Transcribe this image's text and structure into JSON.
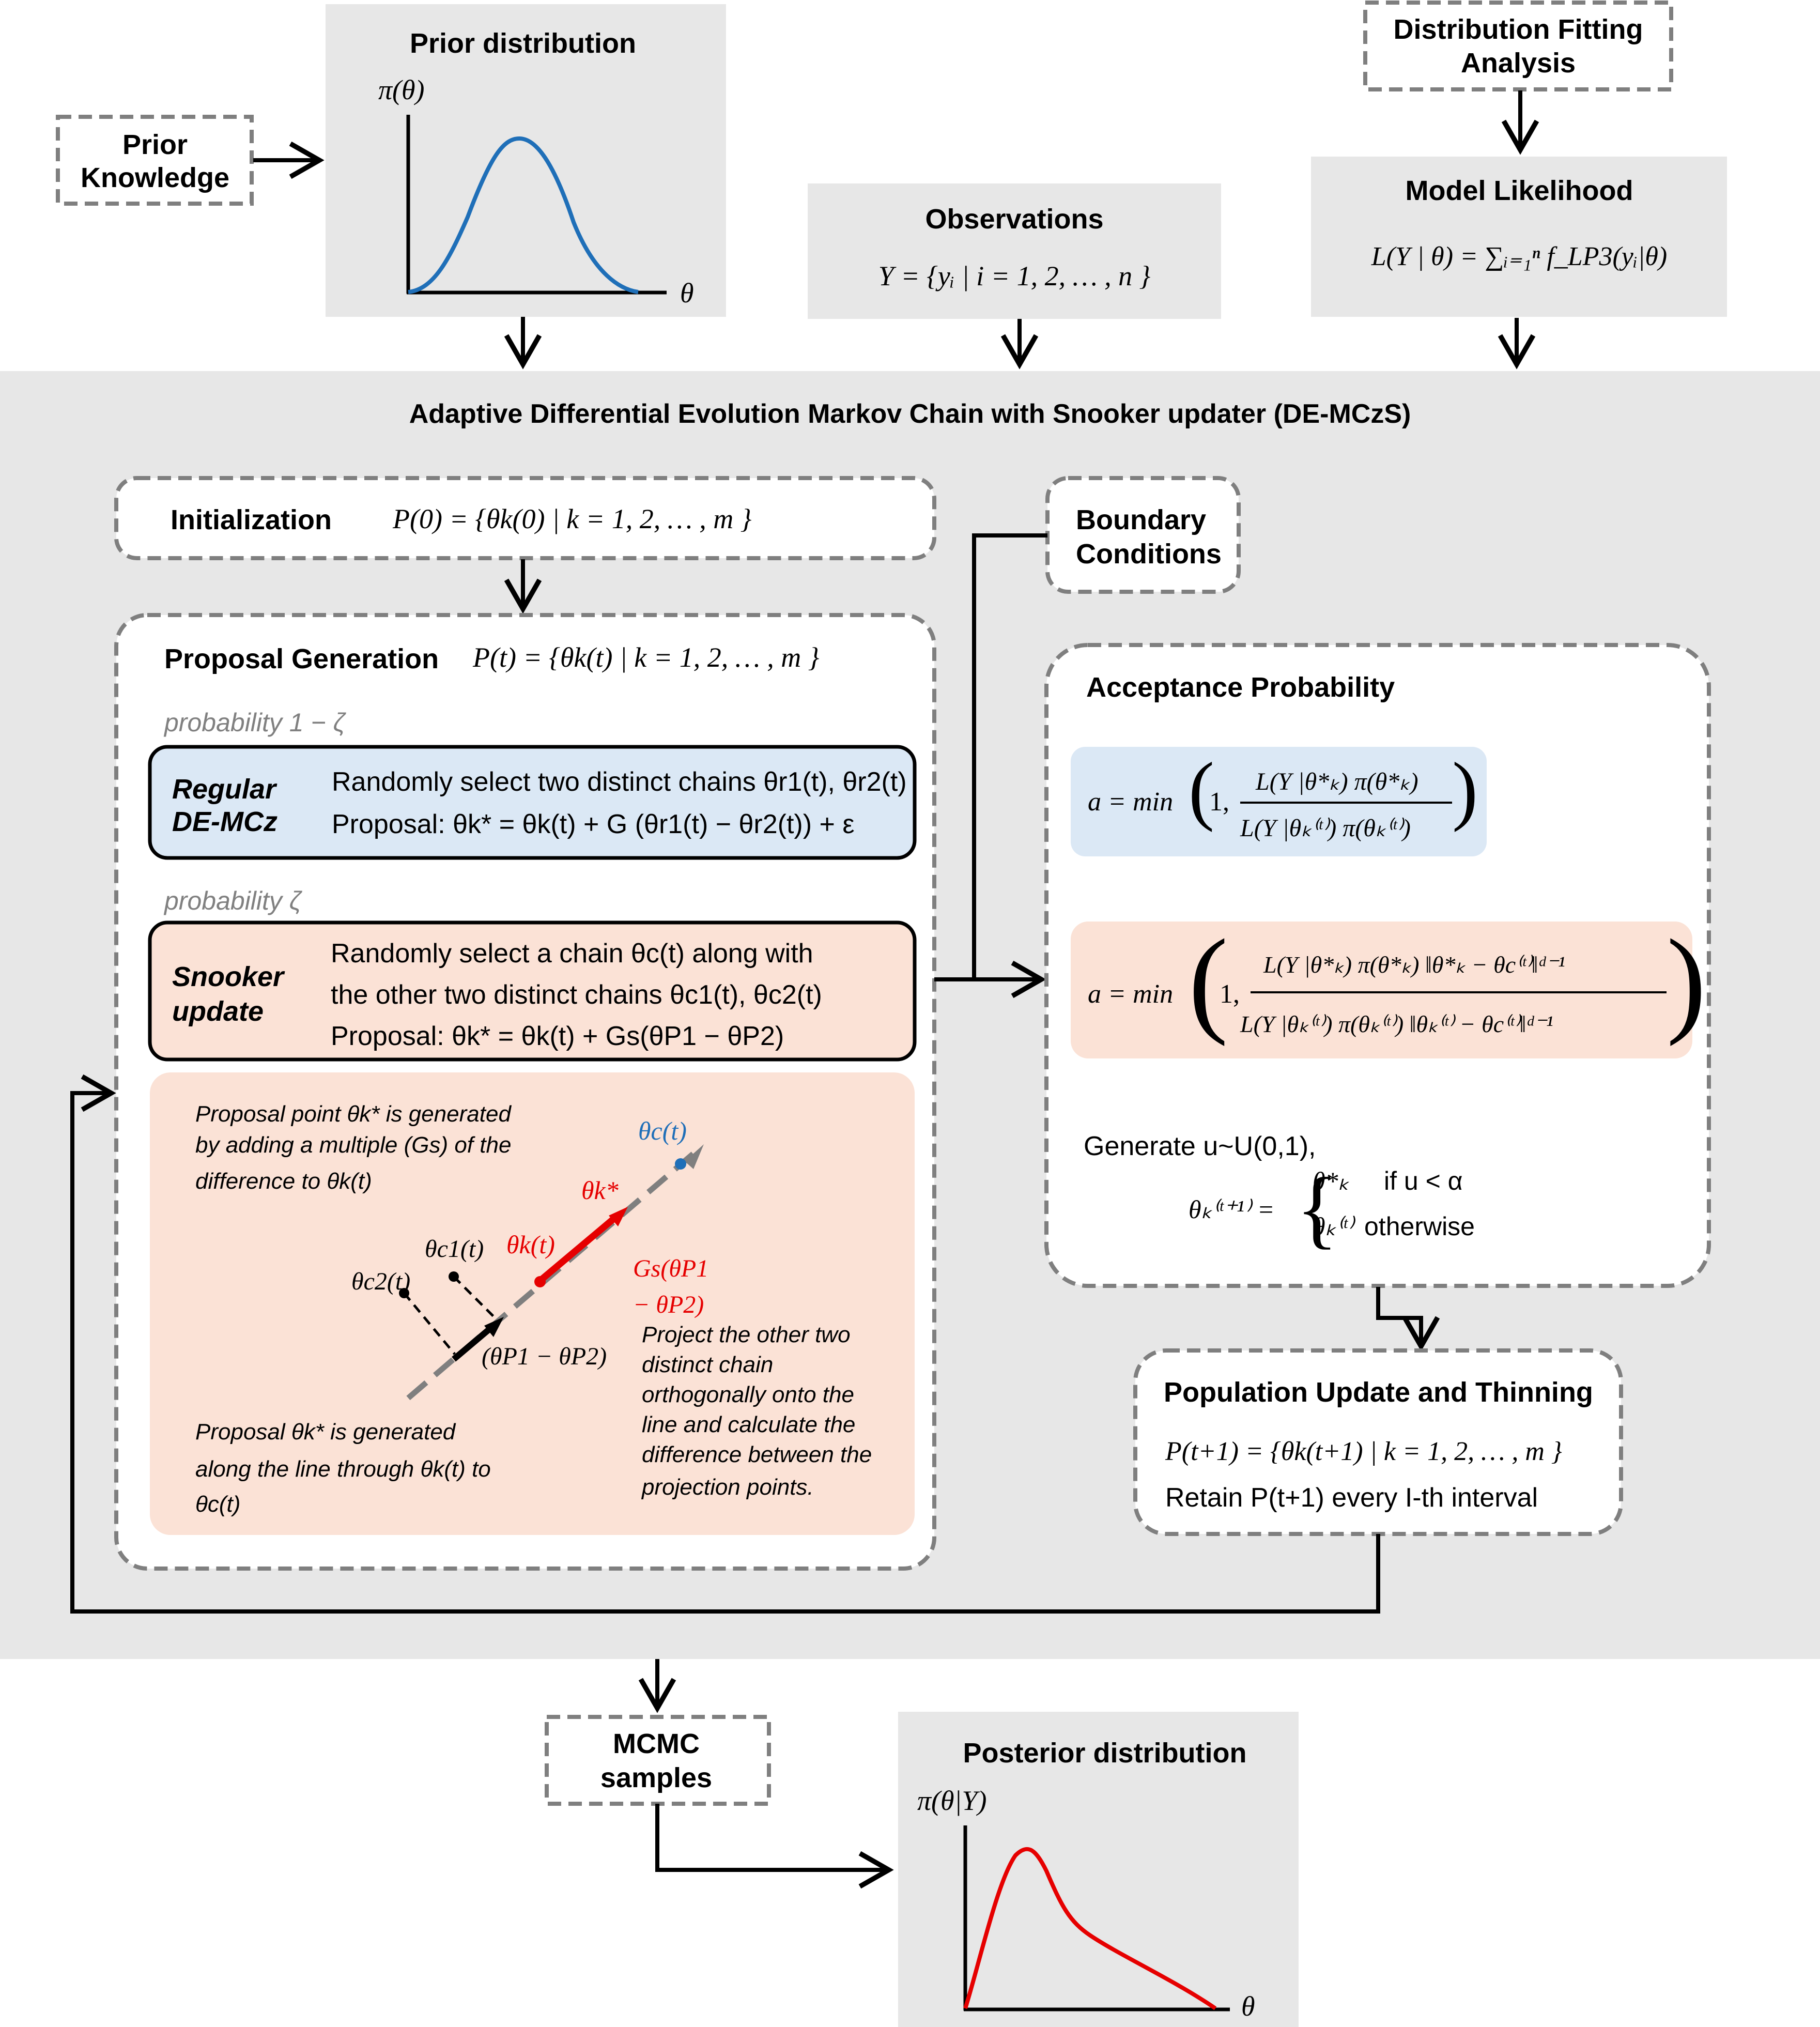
{
  "top": {
    "prior_distribution_title": "Prior distribution",
    "prior_y_label": "π(θ)",
    "prior_x_label": "θ",
    "prior_knowledge": [
      "Prior",
      "Knowledge"
    ],
    "observations_title": "Observations",
    "observations_formula": "Y = {yᵢ | i = 1, 2, … , n }",
    "distribution_fitting": [
      "Distribution Fitting",
      "Analysis"
    ],
    "model_likelihood_title": "Model Likelihood",
    "model_likelihood_formula": "L(Y | θ) = ∑ᵢ₌₁ⁿ f_LP3(yᵢ|θ)"
  },
  "panel": {
    "title": "Adaptive Differential Evolution Markov Chain with Snooker updater (DE-MCzS)",
    "initialization": {
      "label": "Initialization",
      "formula": "P(0) = {θk(0) | k = 1, 2, … , m }"
    },
    "boundary_conditions": [
      "Boundary",
      "Conditions"
    ],
    "proposal": {
      "title": "Proposal Generation",
      "formula": "P(t) = {θk(t) | k = 1, 2, … , m }",
      "prob_regular": "probability 1 − ζ",
      "regular_label": [
        "Regular",
        "DE-MCz"
      ],
      "regular_line1": "Randomly select two distinct chains θr1(t), θr2(t)",
      "regular_line2": "Proposal: θk* = θk(t) + G (θr1(t) − θr2(t)) + ε",
      "prob_snooker": "probability ζ",
      "snooker_label": [
        "Snooker",
        "update"
      ],
      "snooker_line1": "Randomly select a chain θc(t) along with",
      "snooker_line2": "the other two distinct chains θc1(t), θc2(t)",
      "snooker_line3": "Proposal: θk* = θk(t) + Gs(θP1 − θP2)",
      "note_top": [
        "Proposal point θk*  is generated",
        "by adding a multiple (Gs) of the",
        "difference to θk(t)"
      ],
      "note_bottom": [
        "Proposal θk* is generated",
        "along the line through θk(t) to",
        "θc(t)"
      ],
      "note_right": [
        "Project the other two",
        "distinct chain",
        "orthogonally onto the",
        "line and calculate the",
        "difference between the",
        "projection points."
      ],
      "diagram_labels": {
        "theta_c": "θc(t)",
        "theta_k_star": "θk*",
        "theta_k_t": "θk(t)",
        "theta_c1": "θc1(t)",
        "theta_c2": "θc2(t)",
        "gs_label": [
          "Gs(θP1",
          "− θP2)"
        ],
        "diff_label": "(θP1 − θP2)"
      }
    },
    "acceptance": {
      "title": "Acceptance Probability",
      "formula_regular": "a = min(1, L(Y|θk*) π(θk*) / L(Y|θk(t)) π(θk(t)))",
      "formula_snooker": "a = min(1, L(Y|θk*) π(θk*) ‖θk* − θc(t)‖^(d−1) / L(Y|θk(t)) π(θk(t)) ‖θk(t) − θc(t)‖^(d−1))",
      "generate_line": "Generate u~U(0,1),",
      "case_if": "if u < α",
      "case_otherwise": "otherwise"
    },
    "population_update": {
      "title": "Population Update and Thinning",
      "formula": "P(t+1) = {θk(t+1) | k = 1, 2, … , m }",
      "retain_line": "Retain P(t+1) every I-th interval"
    }
  },
  "bottom": {
    "mcmc_samples": [
      "MCMC",
      "samples"
    ],
    "posterior_title": "Posterior distribution",
    "posterior_y_label": "π(θ|Y)",
    "posterior_x_label": "θ"
  },
  "colors": {
    "grey_box": "#e7e7e7",
    "blue_box": "#dbe8f5",
    "salmon_box": "#fbe2d6",
    "prior_curve": "#1f6fb8",
    "posterior_curve": "#e60000",
    "dashed_border": "#7f7f7f",
    "red_annotation": "#e60000",
    "blue_annotation": "#1f6fb8"
  }
}
